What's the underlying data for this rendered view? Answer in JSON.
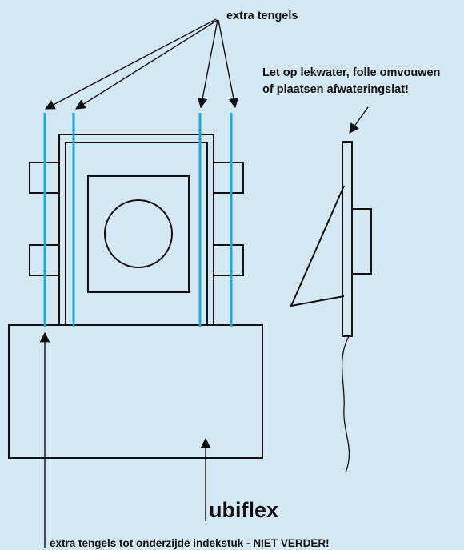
{
  "labels": {
    "extra_tiles": "extra tengels",
    "warning_line1": "Let op lekwater, folle omvouwen",
    "warning_line2": "of plaatsen afwateringslat!",
    "material": "ubiflex",
    "bottom_prefix": "extra tengels tot onderzijde indekstuk - ",
    "bottom_emphasis": "NIET VERDER!"
  },
  "colors": {
    "background": "#d4e8f4",
    "outline": "#111111",
    "tile_batten": "#1ea8d8"
  },
  "icons": {
    "arrow": "arrowhead",
    "circle": "round-vent"
  }
}
